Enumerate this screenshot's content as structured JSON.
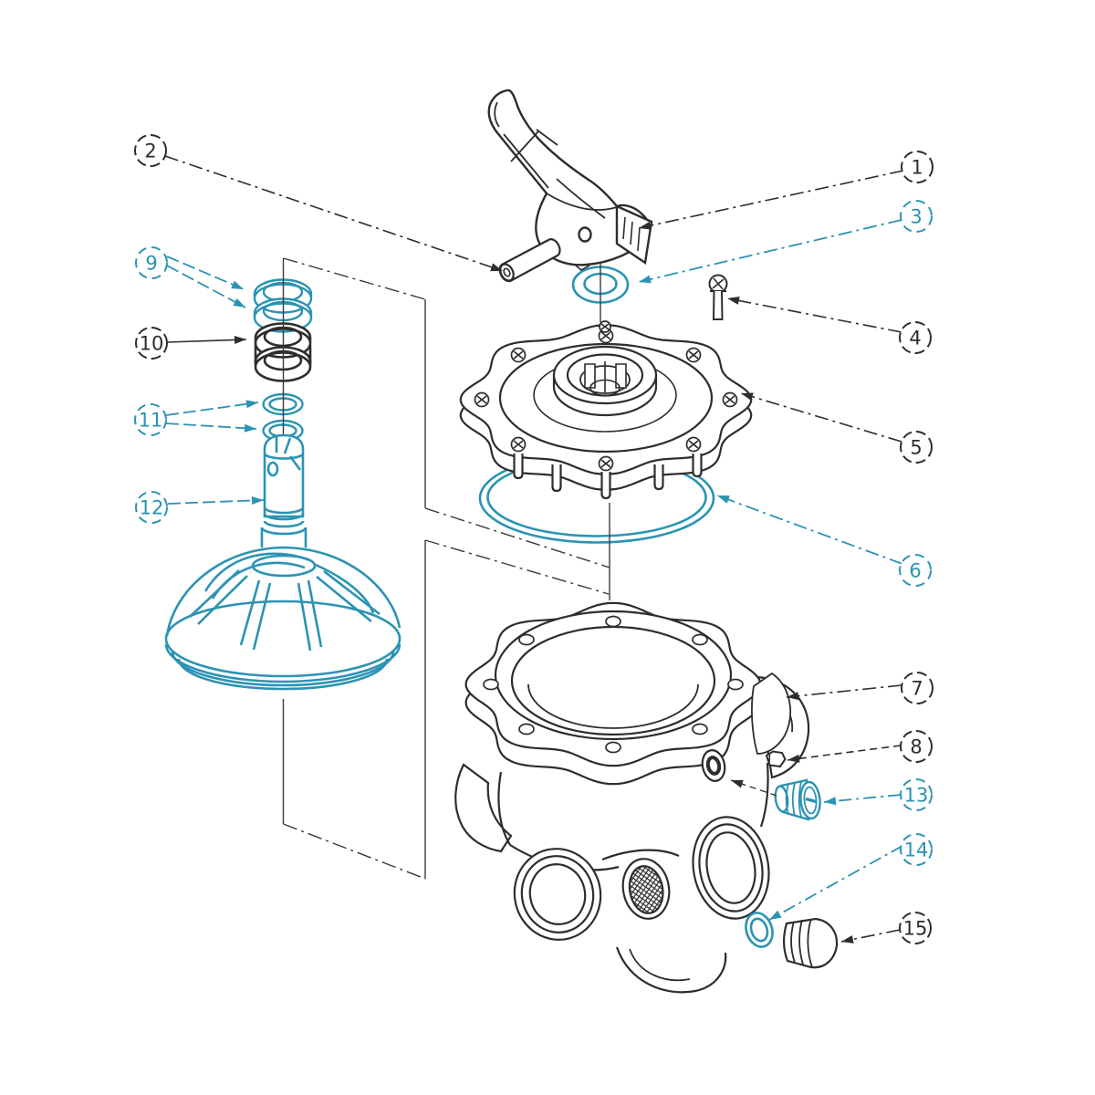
{
  "colors": {
    "line": "#2d2d2d",
    "thin": "#3a3a3a",
    "accent": "#2b93b3",
    "background": "#ffffff"
  },
  "callouts": {
    "c1": {
      "label": "1",
      "style": "black"
    },
    "c2": {
      "label": "2",
      "style": "black"
    },
    "c3": {
      "label": "3",
      "style": "blue"
    },
    "c4": {
      "label": "4",
      "style": "black"
    },
    "c5": {
      "label": "5",
      "style": "black"
    },
    "c6": {
      "label": "6",
      "style": "blue"
    },
    "c7": {
      "label": "7",
      "style": "black"
    },
    "c8": {
      "label": "8",
      "style": "black"
    },
    "c9": {
      "label": "9",
      "style": "blue"
    },
    "c10": {
      "label": "10",
      "style": "black"
    },
    "c11": {
      "label": "11",
      "style": "blue"
    },
    "c12": {
      "label": "12",
      "style": "blue"
    },
    "c13": {
      "label": "13",
      "style": "blue"
    },
    "c14": {
      "label": "14",
      "style": "blue"
    },
    "c15": {
      "label": "15",
      "style": "black"
    }
  }
}
